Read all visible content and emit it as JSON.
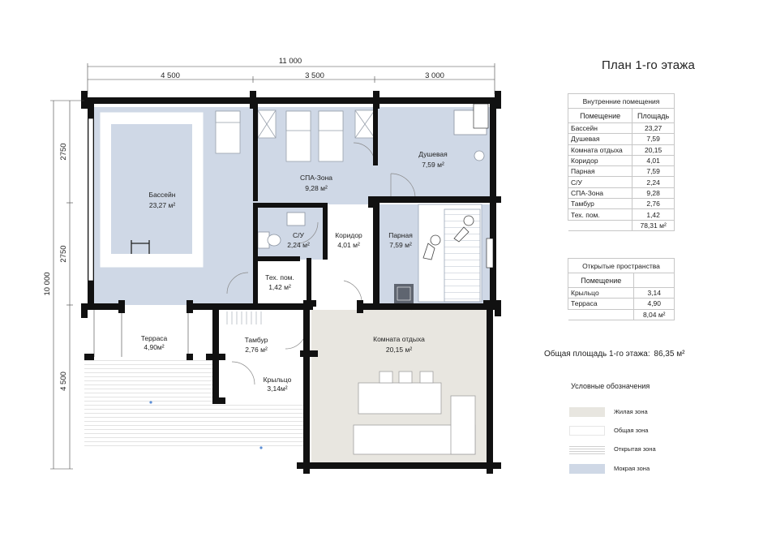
{
  "plan": {
    "title": "План 1-го этажа",
    "dims": {
      "overall_width": "11 000",
      "seg1": "4 500",
      "seg2": "3 500",
      "seg3": "3 000",
      "overall_height": "10 000",
      "vseg1": "2750",
      "vseg2": "2750",
      "vseg3": "4 500"
    },
    "rooms": {
      "pool": {
        "name": "Бассейн",
        "area": "23,27 м²"
      },
      "spa": {
        "name": "СПА-Зона",
        "area": "9,28 м²"
      },
      "shower": {
        "name": "Душевая",
        "area": "7,59 м²"
      },
      "wc": {
        "name": "С/У",
        "area": "2,24 м²"
      },
      "corridor": {
        "name": "Коридор",
        "area": "4,01 м²"
      },
      "steam": {
        "name": "Парная",
        "area": "7,59 м²"
      },
      "tech": {
        "name": "Тех. пом.",
        "area": "1,42 м²"
      },
      "vestibule": {
        "name": "Тамбур",
        "area": "2,76 м²"
      },
      "terrace": {
        "name": "Терраса",
        "area": "4,90м²"
      },
      "porch": {
        "name": "Крыльцо",
        "area": "3,14м²"
      },
      "lounge": {
        "name": "Комната отдыха",
        "area": "20,15 м²"
      }
    }
  },
  "internal_table": {
    "caption": "Внутренние помещения",
    "col_room": "Помещение",
    "col_area": "Площадь",
    "rows": [
      {
        "room": "Бассейн",
        "area": "23,27"
      },
      {
        "room": "Душевая",
        "area": "7,59"
      },
      {
        "room": "Комната отдыха",
        "area": "20,15"
      },
      {
        "room": "Коридор",
        "area": "4,01"
      },
      {
        "room": "Парная",
        "area": "7,59"
      },
      {
        "room": "С/У",
        "area": "2,24"
      },
      {
        "room": "СПА-Зона",
        "area": "9,28"
      },
      {
        "room": "Тамбур",
        "area": "2,76"
      },
      {
        "room": "Тех. пом.",
        "area": "1,42"
      }
    ],
    "total": "78,31 м²"
  },
  "open_table": {
    "caption": "Открытые пространства",
    "col_room": "Помещение",
    "rows": [
      {
        "room": "Крыльцо",
        "area": "3,14"
      },
      {
        "room": "Терраса",
        "area": "4,90"
      }
    ],
    "total": "8,04 м²"
  },
  "total_area": {
    "label": "Общая площадь 1-го этажа:",
    "value": "86,35 м²"
  },
  "legend": {
    "title": "Условные обозначения",
    "items": [
      {
        "label": "Жилая зона",
        "color": "#e8e6e0"
      },
      {
        "label": "Общая зона",
        "color": "#ffffff"
      },
      {
        "label": "Открытая зона",
        "color": "#ffffff"
      },
      {
        "label": "Мокрая зона",
        "color": "#cfd8e6"
      }
    ]
  },
  "colors": {
    "wet": "#cfd8e6",
    "living": "#e8e6e0",
    "wall": "#111111",
    "fixture": "#ffffff"
  }
}
